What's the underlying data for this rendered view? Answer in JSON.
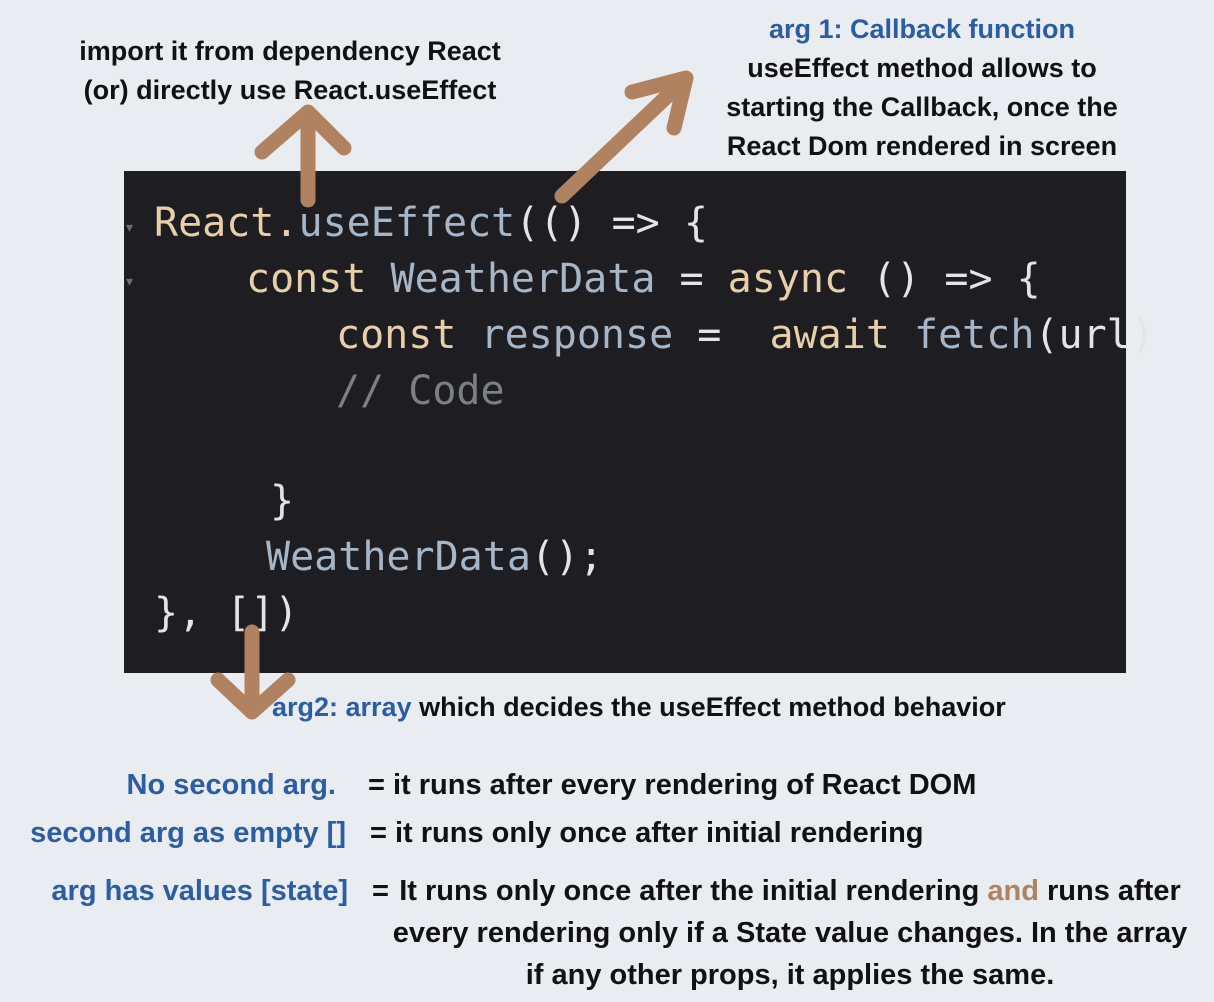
{
  "notes": {
    "import": {
      "line1": "import it from dependency React",
      "line2": "(or) directly use React.useEffect"
    },
    "arg1": {
      "title": "arg 1: Callback function",
      "line1": "useEffect method allows to",
      "line2": "starting the Callback, once the",
      "line3": "React Dom rendered in screen"
    },
    "arg2": {
      "label": "arg2: array",
      "text": "which decides the useEffect method behavior"
    }
  },
  "code": {
    "l1_obj": "React.",
    "l1_fn": "useEffect",
    "l1_rest": "(() => {",
    "l2_kw": "const",
    "l2_name": "WeatherData",
    "l2_eq": " = ",
    "l2_async": "async",
    "l2_rest": " () => {",
    "l3_kw": "const",
    "l3_name": "response",
    "l3_eq": " =  ",
    "l3_await": "await",
    "l3_fetch": "fetch",
    "l3_rest": "(url)",
    "l4_comment": "// Code",
    "l5_brace": "}",
    "l6_call": "WeatherData",
    "l6_rest": "();",
    "l7_end": "}, [])"
  },
  "rules": [
    {
      "label": "No second arg.",
      "desc": "= it runs after every rendering of React DOM"
    },
    {
      "label": "second arg as empty []",
      "desc": "= it runs only once after initial rendering"
    },
    {
      "label": "arg has  values [state]",
      "desc_eq": "=",
      "desc_a": "It runs only once after the initial rendering ",
      "desc_and": "and",
      "desc_b": " runs after every rendering only if a State value changes. In the array if any other props, it applies the same."
    }
  ],
  "colors": {
    "background": "#e9ecf0",
    "code_bg": "#1e1e22",
    "arrow": "#b08260",
    "label_blue": "#2a5da3"
  }
}
